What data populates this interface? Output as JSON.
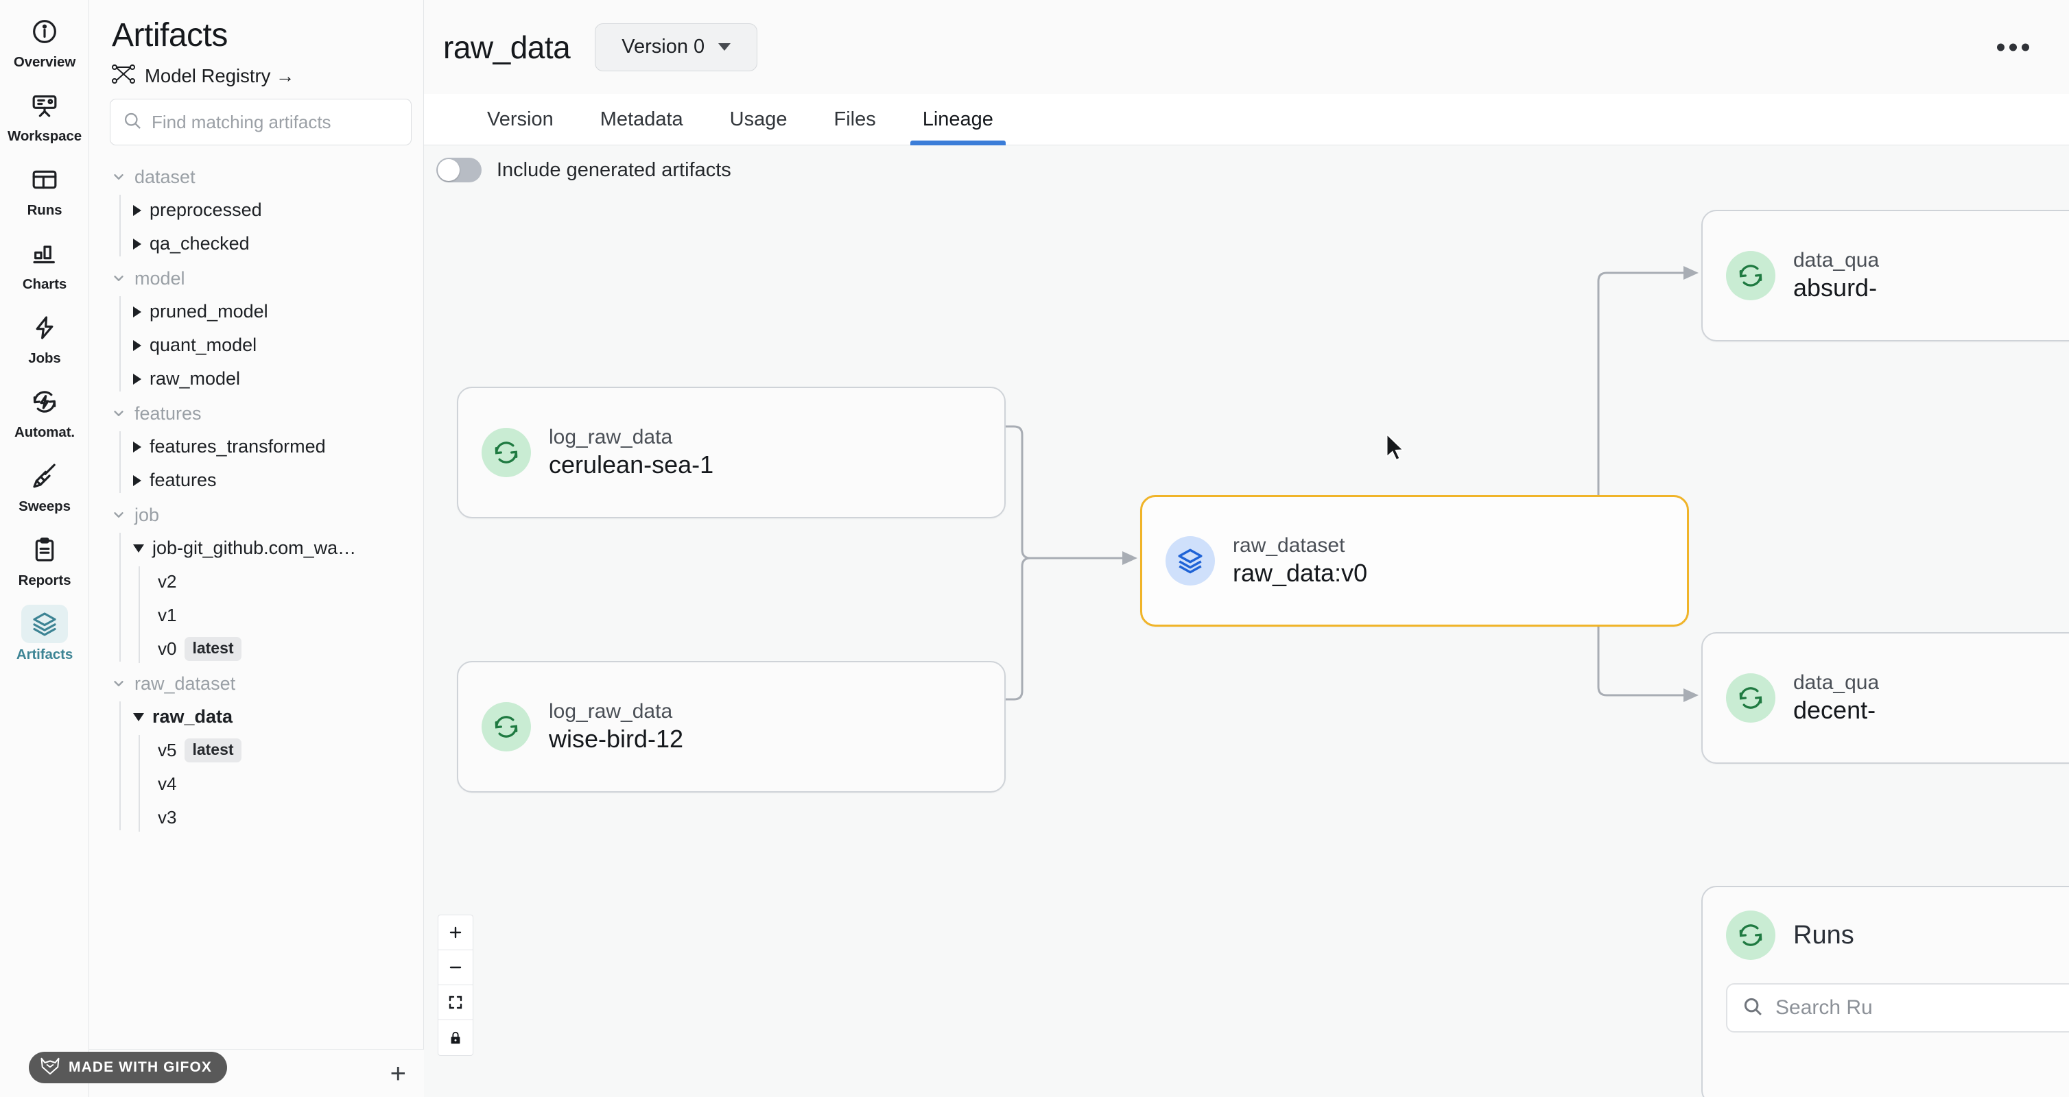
{
  "rail": {
    "items": [
      {
        "label": "Overview",
        "icon": "info-circle-icon",
        "active": false
      },
      {
        "label": "Workspace",
        "icon": "workspace-icon",
        "active": false
      },
      {
        "label": "Runs",
        "icon": "table-icon",
        "active": false
      },
      {
        "label": "Charts",
        "icon": "bar-chart-icon",
        "active": false
      },
      {
        "label": "Jobs",
        "icon": "bolt-icon",
        "active": false
      },
      {
        "label": "Automat.",
        "icon": "automation-icon",
        "active": false
      },
      {
        "label": "Sweeps",
        "icon": "broom-icon",
        "active": false
      },
      {
        "label": "Reports",
        "icon": "clipboard-icon",
        "active": false
      },
      {
        "label": "Artifacts",
        "icon": "layers-icon",
        "active": true
      }
    ]
  },
  "panel": {
    "title": "Artifacts",
    "registry_link": "Model Registry →",
    "search_placeholder": "Find matching artifacts",
    "search_value": "",
    "add_label": "+",
    "tree": [
      {
        "group": "dataset",
        "expanded": true,
        "children": [
          {
            "label": "preprocessed",
            "expanded": false,
            "selected": false,
            "versions": []
          },
          {
            "label": "qa_checked",
            "expanded": false,
            "selected": false,
            "versions": []
          }
        ]
      },
      {
        "group": "model",
        "expanded": true,
        "children": [
          {
            "label": "pruned_model",
            "expanded": false,
            "selected": false,
            "versions": []
          },
          {
            "label": "quant_model",
            "expanded": false,
            "selected": false,
            "versions": []
          },
          {
            "label": "raw_model",
            "expanded": false,
            "selected": false,
            "versions": []
          }
        ]
      },
      {
        "group": "features",
        "expanded": true,
        "children": [
          {
            "label": "features_transformed",
            "expanded": false,
            "selected": false,
            "versions": []
          },
          {
            "label": "features",
            "expanded": false,
            "selected": false,
            "versions": []
          }
        ]
      },
      {
        "group": "job",
        "expanded": true,
        "children": [
          {
            "label": "job-git_github.com_wa…",
            "expanded": true,
            "selected": false,
            "versions": [
              {
                "label": "v2",
                "tag": ""
              },
              {
                "label": "v1",
                "tag": ""
              },
              {
                "label": "v0",
                "tag": "latest"
              }
            ]
          }
        ]
      },
      {
        "group": "raw_dataset",
        "expanded": true,
        "children": [
          {
            "label": "raw_data",
            "expanded": true,
            "selected": true,
            "versions": [
              {
                "label": "v5",
                "tag": "latest"
              },
              {
                "label": "v4",
                "tag": ""
              },
              {
                "label": "v3",
                "tag": ""
              }
            ]
          }
        ]
      }
    ]
  },
  "header": {
    "artifact_name": "raw_data",
    "version_select": "Version 0",
    "overflow_menu": "more-options"
  },
  "tabs": [
    {
      "label": "Version",
      "active": false
    },
    {
      "label": "Metadata",
      "active": false
    },
    {
      "label": "Usage",
      "active": false
    },
    {
      "label": "Files",
      "active": false
    },
    {
      "label": "Lineage",
      "active": true
    }
  ],
  "lineage": {
    "include_generated_label": "Include generated artifacts",
    "include_generated_on": false,
    "nodes": [
      {
        "id": "run1",
        "type": "run",
        "top": "log_raw_data",
        "bottom": "cerulean-sea-1",
        "highlight": false
      },
      {
        "id": "run2",
        "type": "run",
        "top": "log_raw_data",
        "bottom": "wise-bird-12",
        "highlight": false
      },
      {
        "id": "ds",
        "type": "dataset",
        "top": "raw_dataset",
        "bottom": "raw_data:v0",
        "highlight": true
      },
      {
        "id": "out1",
        "type": "run",
        "top": "data_qua",
        "bottom": "absurd-",
        "highlight": false
      },
      {
        "id": "out2",
        "type": "run",
        "top": "data_qua",
        "bottom": "decent-",
        "highlight": false
      }
    ],
    "runs_panel": {
      "title": "Runs",
      "search_placeholder": "Search Ru"
    },
    "zoom_controls": [
      {
        "name": "zoom-in",
        "glyph": "+"
      },
      {
        "name": "zoom-out",
        "glyph": "−"
      },
      {
        "name": "fit-view",
        "glyph": "fit"
      },
      {
        "name": "lock",
        "glyph": "lock"
      }
    ]
  },
  "watermark": {
    "label": "MADE WITH GIFOX"
  },
  "colors": {
    "accent_tab": "#3b7dd8",
    "highlight_border": "#f0b429",
    "run_badge_bg": "#c9ecd3",
    "run_badge_fg": "#1f7a41",
    "dataset_badge_bg": "#cfe0fb",
    "dataset_badge_fg": "#1f63d6",
    "active_rail": "#3d8494"
  }
}
